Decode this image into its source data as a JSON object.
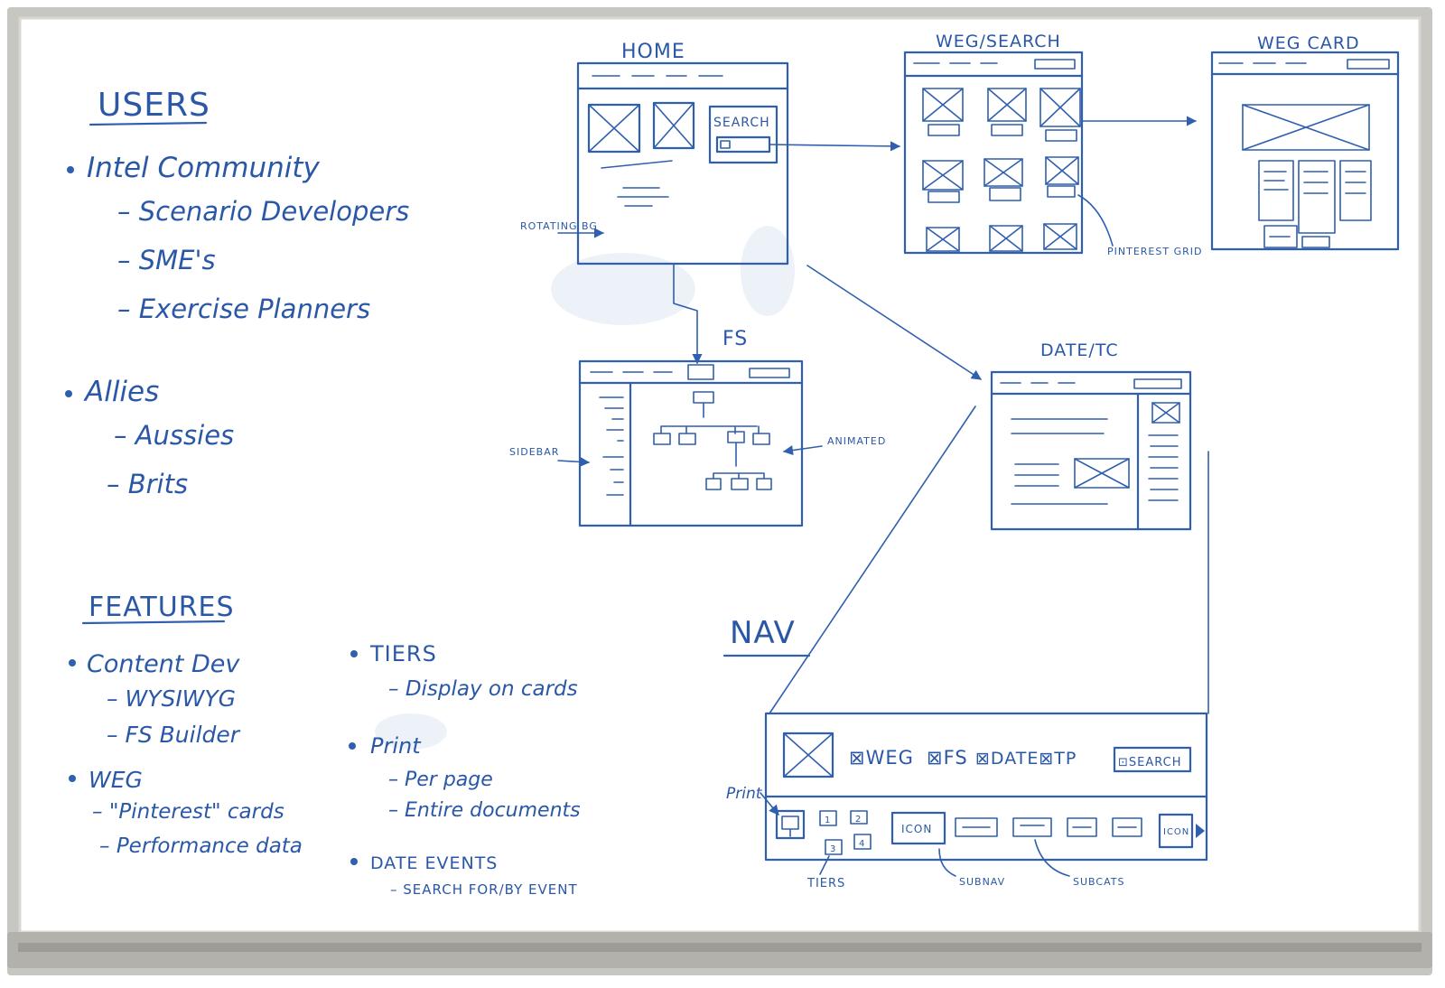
{
  "users": {
    "heading": "USERS",
    "items": [
      {
        "label": "Intel Community",
        "subitems": [
          "Scenario Developers",
          "SME's",
          "Exercise Planners"
        ]
      },
      {
        "label": "Allies",
        "subitems": [
          "Aussies",
          "Brits"
        ]
      }
    ]
  },
  "features": {
    "heading": "FEATURES",
    "col1": [
      {
        "label": "Content Dev",
        "subitems": [
          "WYSIWYG",
          "FS Builder"
        ]
      },
      {
        "label": "WEG",
        "subitems": [
          "\"Pinterest\" cards",
          "Performance data"
        ]
      }
    ],
    "col2": [
      {
        "label": "TIERS",
        "subitems": [
          "Display on cards"
        ]
      },
      {
        "label": "Print",
        "subitems": [
          "Per page",
          "Entire documents"
        ]
      },
      {
        "label": "DATE EVENTS",
        "subitems": [
          "SEARCH FOR/BY EVENT"
        ]
      }
    ]
  },
  "wireframes": {
    "home": {
      "title": "HOME",
      "search_label": "SEARCH",
      "annotation": "ROTATING BG"
    },
    "weg_search": {
      "title": "WEG/SEARCH",
      "annotation": "PINTEREST GRID"
    },
    "weg_card": {
      "title": "WEG CARD"
    },
    "fs": {
      "title": "FS",
      "annotation_left": "SIDEBAR",
      "annotation_right": "ANIMATED"
    },
    "date_tc": {
      "title": "DATE/TC"
    }
  },
  "nav": {
    "title": "NAV",
    "menu": [
      "WEG",
      "FS",
      "DATE",
      "TP"
    ],
    "search_label": "SEARCH",
    "icon_label": "ICON",
    "tier_numbers": [
      "1",
      "2",
      "3",
      "4"
    ],
    "annotations": {
      "print": "Print",
      "tiers": "TIERS",
      "subnav": "SUBNAV",
      "subcats": "SUBCATS"
    }
  },
  "colors": {
    "ink": "#2f5fae",
    "board": "#ffffff",
    "frame": "#b9b7b0",
    "tray": "#a8a6a0"
  }
}
